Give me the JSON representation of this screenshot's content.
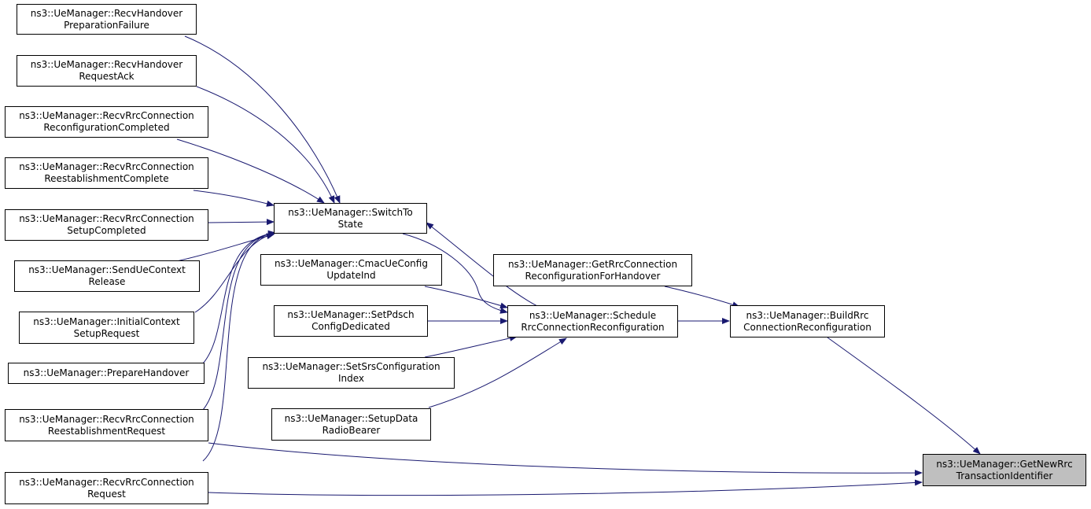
{
  "colors": {
    "edge": "#191970",
    "node_border": "#000000",
    "node_fill": "#ffffff",
    "focus_fill": "#bfbfbf",
    "background": "#ffffff"
  },
  "nodes": {
    "recv_ho_prep_failure": [
      "ns3::UeManager::RecvHandover",
      "PreparationFailure"
    ],
    "recv_ho_request_ack": [
      "ns3::UeManager::RecvHandover",
      "RequestAck"
    ],
    "recv_rrc_reconf_completed": [
      "ns3::UeManager::RecvRrcConnection",
      "ReconfigurationCompleted"
    ],
    "recv_rrc_reest_complete": [
      "ns3::UeManager::RecvRrcConnection",
      "ReestablishmentComplete"
    ],
    "recv_rrc_setup_completed": [
      "ns3::UeManager::RecvRrcConnection",
      "SetupCompleted"
    ],
    "send_ue_context_release": [
      "ns3::UeManager::SendUeContext",
      "Release"
    ],
    "initial_context_setup_request": [
      "ns3::UeManager::InitialContext",
      "SetupRequest"
    ],
    "prepare_handover": [
      "ns3::UeManager::PrepareHandover"
    ],
    "recv_rrc_reest_request": [
      "ns3::UeManager::RecvRrcConnection",
      "ReestablishmentRequest"
    ],
    "recv_rrc_request": [
      "ns3::UeManager::RecvRrcConnection",
      "Request"
    ],
    "switch_to_state": [
      "ns3::UeManager::SwitchTo",
      "State"
    ],
    "cmac_ue_config_update_ind": [
      "ns3::UeManager::CmacUeConfig",
      "UpdateInd"
    ],
    "set_pdsch_config_dedicated": [
      "ns3::UeManager::SetPdsch",
      "ConfigDedicated"
    ],
    "set_srs_configuration_index": [
      "ns3::UeManager::SetSrsConfiguration",
      "Index"
    ],
    "setup_data_radio_bearer": [
      "ns3::UeManager::SetupData",
      "RadioBearer"
    ],
    "schedule_rrc_reconf": [
      "ns3::UeManager::Schedule",
      "RrcConnectionReconfiguration"
    ],
    "get_rrc_reconf_for_handover": [
      "ns3::UeManager::GetRrcConnection",
      "ReconfigurationForHandover"
    ],
    "build_rrc_reconf": [
      "ns3::UeManager::BuildRrc",
      "ConnectionReconfiguration"
    ],
    "get_new_rrc_transaction_id": [
      "ns3::UeManager::GetNewRrc",
      "TransactionIdentifier"
    ]
  }
}
